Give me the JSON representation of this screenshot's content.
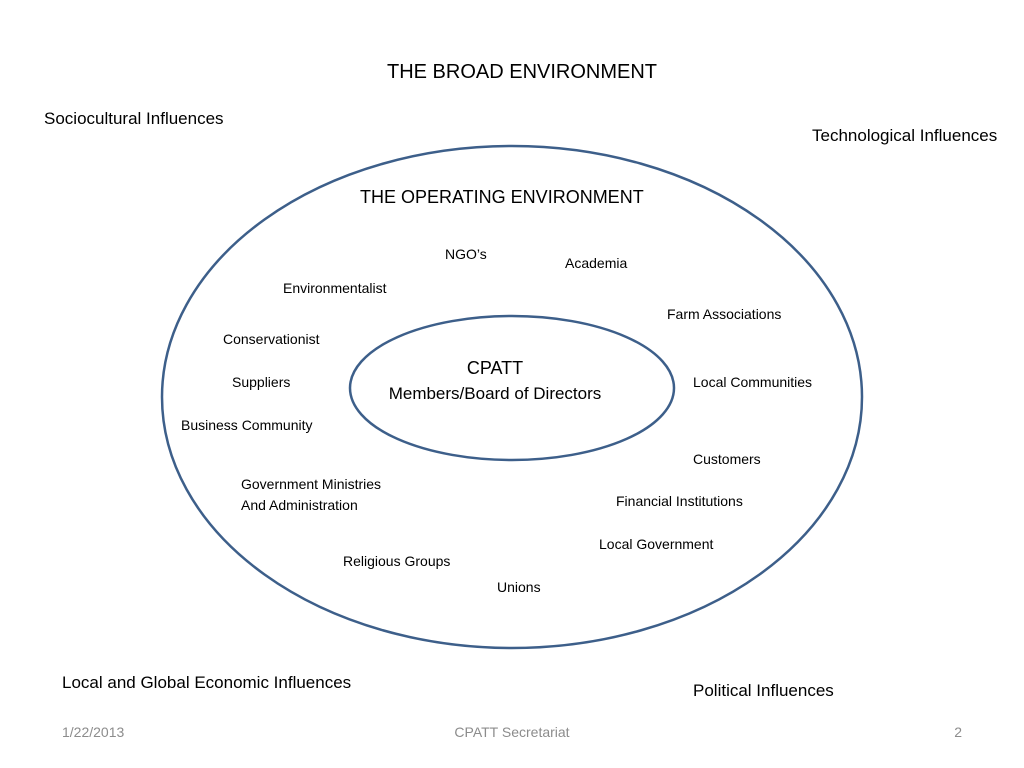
{
  "slide": {
    "title": "THE BROAD ENVIRONMENT",
    "influences": {
      "sociocultural": "Sociocultural Influences",
      "technological": "Technological Influences",
      "economic": "Local and Global Economic Influences",
      "political": "Political Influences"
    },
    "operating_environment": {
      "title": "THE OPERATING ENVIRONMENT",
      "stakeholders": [
        "NGO’s",
        "Academia",
        "Environmentalist",
        "Farm Associations",
        "Conservationist",
        "Suppliers",
        "Local Communities",
        "Business Community",
        "Customers",
        "Government Ministries",
        "And Administration",
        "Financial Institutions",
        "Local Government",
        "Religious Groups",
        "Unions"
      ]
    },
    "core": {
      "name": "CPATT",
      "subtitle": "Members/Board of Directors"
    },
    "ring_color": "#3d5f8a"
  },
  "footer": {
    "date": "1/22/2013",
    "center": "CPATT Secretariat",
    "page": "2"
  }
}
